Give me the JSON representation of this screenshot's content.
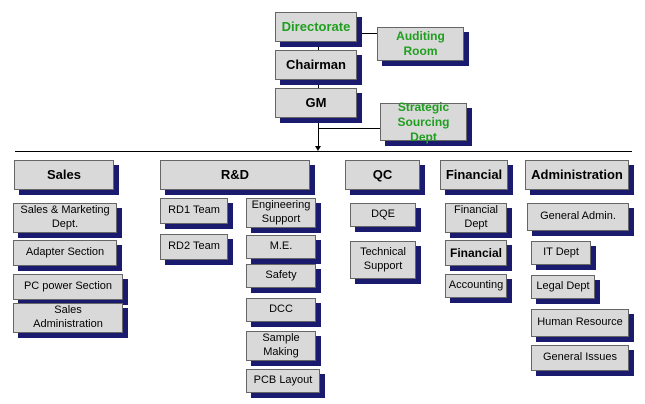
{
  "top": {
    "directorate": "Directorate",
    "auditing_room": "Auditing Room",
    "chairman": "Chairman",
    "gm": "GM",
    "strategic_sourcing": "Strategic Sourcing Dept"
  },
  "departments": {
    "sales": {
      "title": "Sales",
      "items": [
        "Sales & Marketing Dept.",
        "Adapter Section",
        "PC power Section",
        "Sales Administration"
      ]
    },
    "rd": {
      "title": "R&D",
      "teams": [
        "RD1 Team",
        "RD2 Team"
      ],
      "items": [
        "Engineering Support",
        "M.E.",
        "Safety",
        "DCC",
        "Sample Making",
        "PCB Layout"
      ]
    },
    "qc": {
      "title": "QC",
      "items": [
        "DQE",
        "Technical Support"
      ]
    },
    "financial": {
      "title": "Financial",
      "items": [
        "Financial Dept",
        "Financial",
        "Accounting"
      ]
    },
    "administration": {
      "title": "Administration",
      "items": [
        "General Admin.",
        "IT Dept",
        "Legal Dept",
        "Human Resource",
        "General Issues"
      ]
    }
  },
  "colors": {
    "box": "#d9d9d9",
    "shadow": "#1a1a6e",
    "green_text": "#1f9e1f"
  }
}
